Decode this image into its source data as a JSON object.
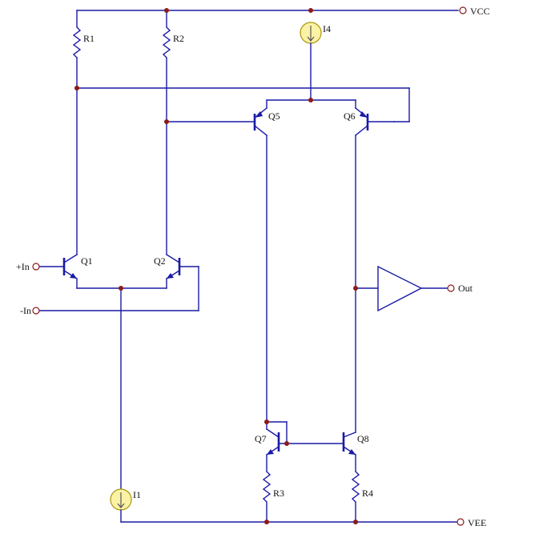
{
  "labels": {
    "vcc": "VCC",
    "vee": "VEE",
    "in_plus": "+In",
    "in_minus": "-In",
    "out": "Out",
    "r1": "R1",
    "r2": "R2",
    "r3": "R3",
    "r4": "R4",
    "i1": "I1",
    "i4": "I4",
    "q1": "Q1",
    "q2": "Q2",
    "q5": "Q5",
    "q6": "Q6",
    "q7": "Q7",
    "q8": "Q8"
  },
  "colors": {
    "wire": "#1a1aa6",
    "junction": "#8b1a1a",
    "source_fill": "#fbf2a6"
  }
}
